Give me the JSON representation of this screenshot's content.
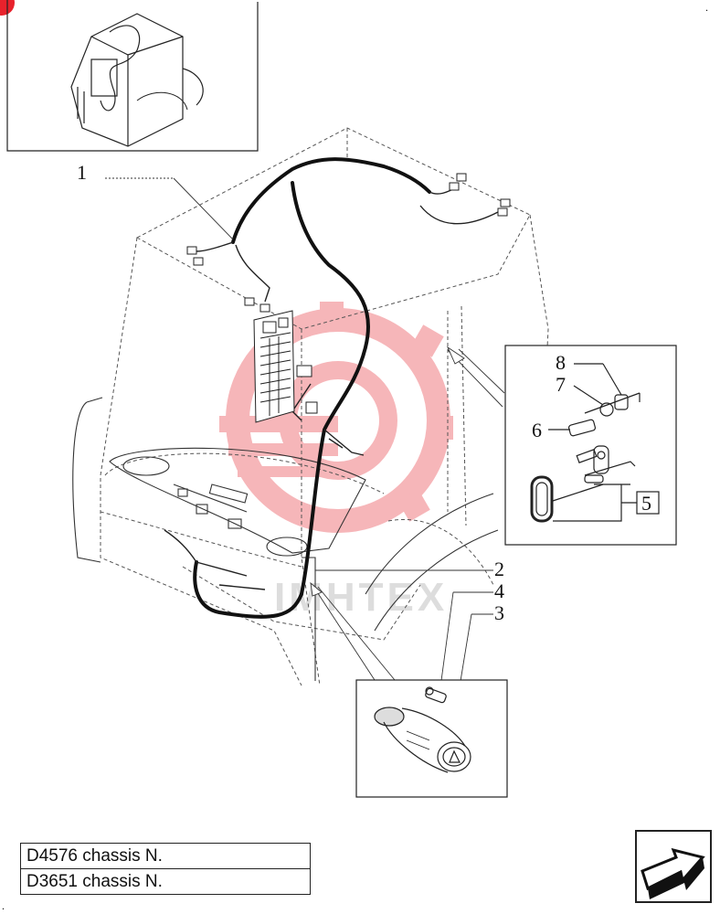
{
  "callouts": [
    {
      "id": "1",
      "label": "1"
    },
    {
      "id": "2",
      "label": "2"
    },
    {
      "id": "3",
      "label": "3"
    },
    {
      "id": "4",
      "label": "4"
    },
    {
      "id": "5",
      "label": "5"
    },
    {
      "id": "6",
      "label": "6"
    },
    {
      "id": "7",
      "label": "7"
    },
    {
      "id": "8",
      "label": "8"
    }
  ],
  "chassis_table": {
    "rows": [
      "D4576 chassis N.",
      "D3651 chassis N."
    ]
  },
  "watermark": {
    "text": "IMHTEX",
    "color": "#e8303a"
  },
  "colors": {
    "line": "#222222",
    "dashed": "#555555",
    "harness": "#111111",
    "watermark": "#f3b9bc"
  },
  "icons": {
    "corner_marker": "red-dot-icon",
    "next_page": "arrow-next-page-icon"
  }
}
